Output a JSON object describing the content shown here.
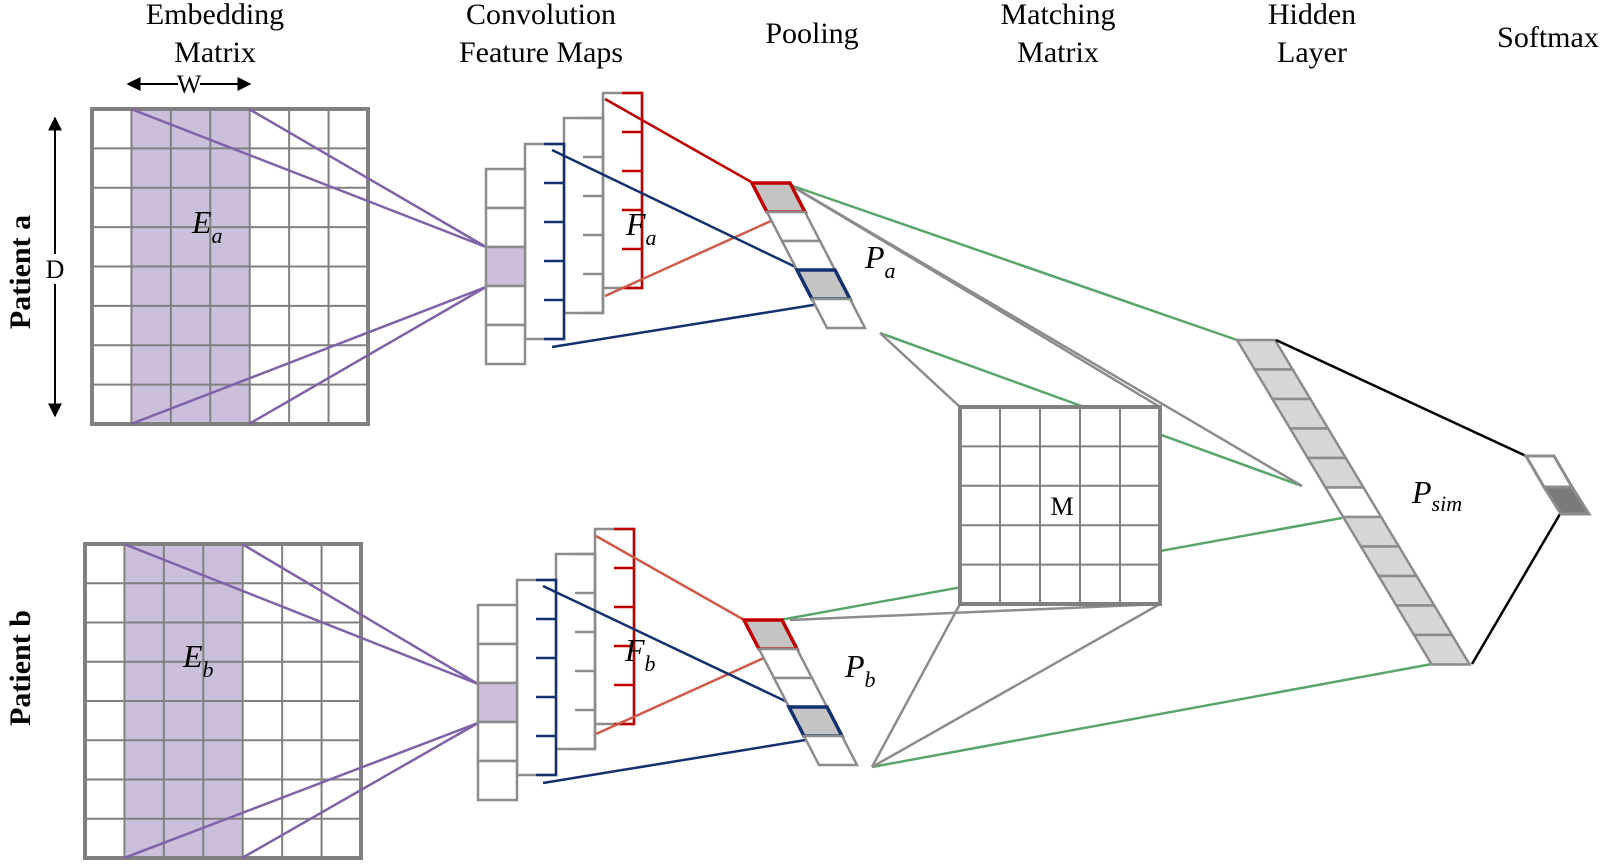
{
  "headers": {
    "embedding": [
      "Embedding",
      "Matrix"
    ],
    "convolution": [
      "Convolution",
      "Feature Maps"
    ],
    "pooling": [
      "Pooling"
    ],
    "matching": [
      "Matching",
      "Matrix"
    ],
    "hidden": [
      "Hidden",
      "Layer"
    ],
    "softmax": [
      "Softmax"
    ]
  },
  "side_labels": {
    "patient_a": "Patient a",
    "patient_b": "Patient b"
  },
  "dimensions": {
    "width": "W",
    "depth": "D"
  },
  "labels": {
    "Ea": {
      "base": "E",
      "sub": "a"
    },
    "Eb": {
      "base": "E",
      "sub": "b"
    },
    "Fa": {
      "base": "F",
      "sub": "a"
    },
    "Fb": {
      "base": "F",
      "sub": "b"
    },
    "Pa": {
      "base": "P",
      "sub": "a"
    },
    "Pb": {
      "base": "P",
      "sub": "b"
    },
    "M": "M",
    "Psim": {
      "base": "P",
      "sub": "sim"
    }
  },
  "colors": {
    "grid": "#808080",
    "embed_fill": "#cbbfdb",
    "embed_line": "#7f62a8",
    "red": "#c00000",
    "navy": "#14306e",
    "salmon": "#d05a4a",
    "green": "#5aa56a",
    "gray_line": "#8c8c8c",
    "hidden_fill": "#d6d6d6",
    "pool_fill": "#c4c4c4"
  }
}
